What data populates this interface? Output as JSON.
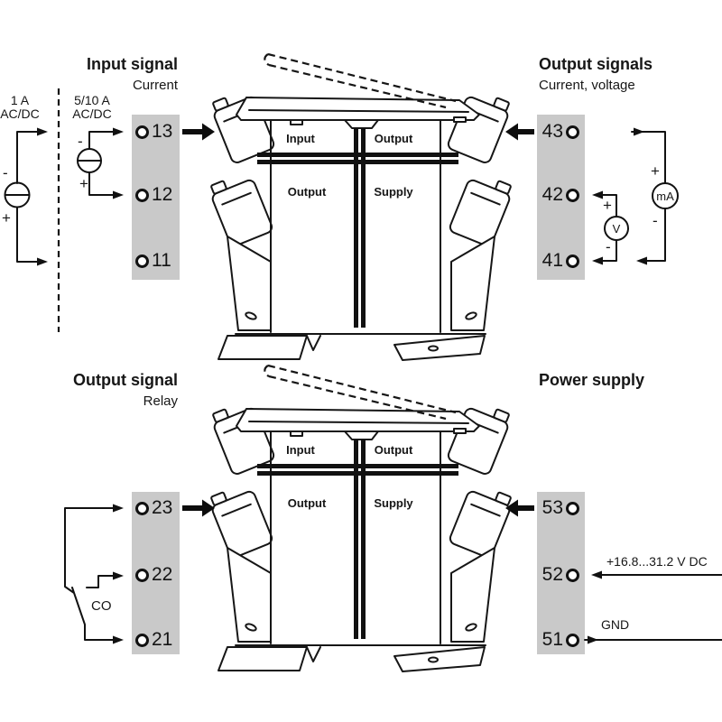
{
  "colors": {
    "line": "#161616",
    "terminal_block_bg": "#c9c9c9"
  },
  "sections": {
    "input": {
      "title": "Input signal",
      "subtitle": "Current"
    },
    "output": {
      "title": "Output signals",
      "subtitle": "Current, voltage"
    },
    "relay": {
      "title": "Output signal",
      "subtitle": "Relay"
    },
    "power": {
      "title": "Power supply"
    }
  },
  "module": {
    "quadrants": {
      "top_left": "Input",
      "top_right": "Output",
      "bottom_left": "Output",
      "bottom_right": "Supply"
    }
  },
  "terminals": {
    "input": [
      "13",
      "12",
      "11"
    ],
    "output": [
      "43",
      "42",
      "41"
    ],
    "relay": [
      "23",
      "22",
      "21"
    ],
    "power": [
      "53",
      "52",
      "51"
    ]
  },
  "labels": {
    "source_1a": {
      "line1": "1 A",
      "line2": "AC/DC",
      "minus": "-",
      "plus": "+"
    },
    "source_5_10a": {
      "line1": "5/10 A",
      "line2": "AC/DC",
      "minus": "-",
      "plus": "+"
    },
    "meter_ma": {
      "name": "mA",
      "plus": "+",
      "minus": "-"
    },
    "meter_v": {
      "name": "V",
      "plus": "+",
      "minus": "-"
    },
    "relay_contact": "CO",
    "supply_range": "+16.8...31.2 V DC",
    "ground": "GND"
  }
}
